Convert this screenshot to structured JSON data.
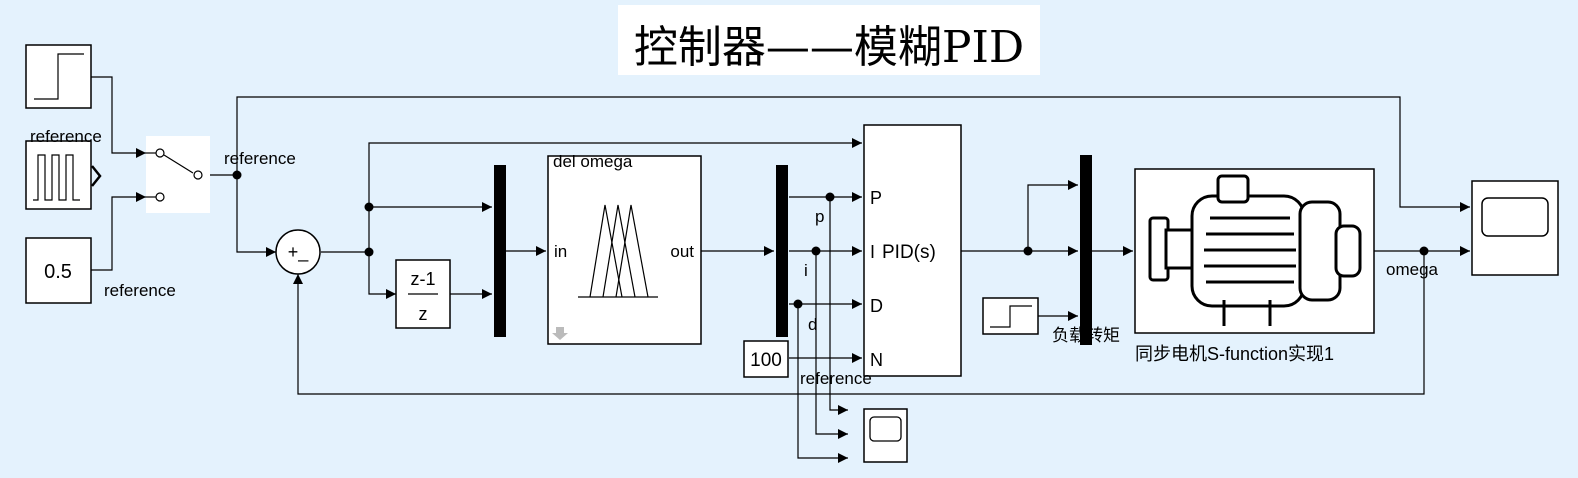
{
  "title": "控制器——模糊PID",
  "blocks": {
    "constant_value": "0.5",
    "fuzzy_name": "del omega",
    "fuzzy_in": "in",
    "fuzzy_out": "out",
    "derivative_num": "z-1",
    "derivative_den": "z",
    "pid_label": "PID(s)",
    "pid_port_p": "P",
    "pid_port_i": "I",
    "pid_port_d": "D",
    "pid_port_n": "N",
    "n_const": "100",
    "motor_name": "同步电机S-function实现1",
    "load_name": "负载转矩",
    "sum_signs": "+_"
  },
  "signals": {
    "ref_top": "reference",
    "ref_bottom": "reference",
    "ref_switch_out": "reference",
    "ref_bus": "reference",
    "p": "p",
    "i": "i",
    "d": "d",
    "omega": "omega"
  }
}
